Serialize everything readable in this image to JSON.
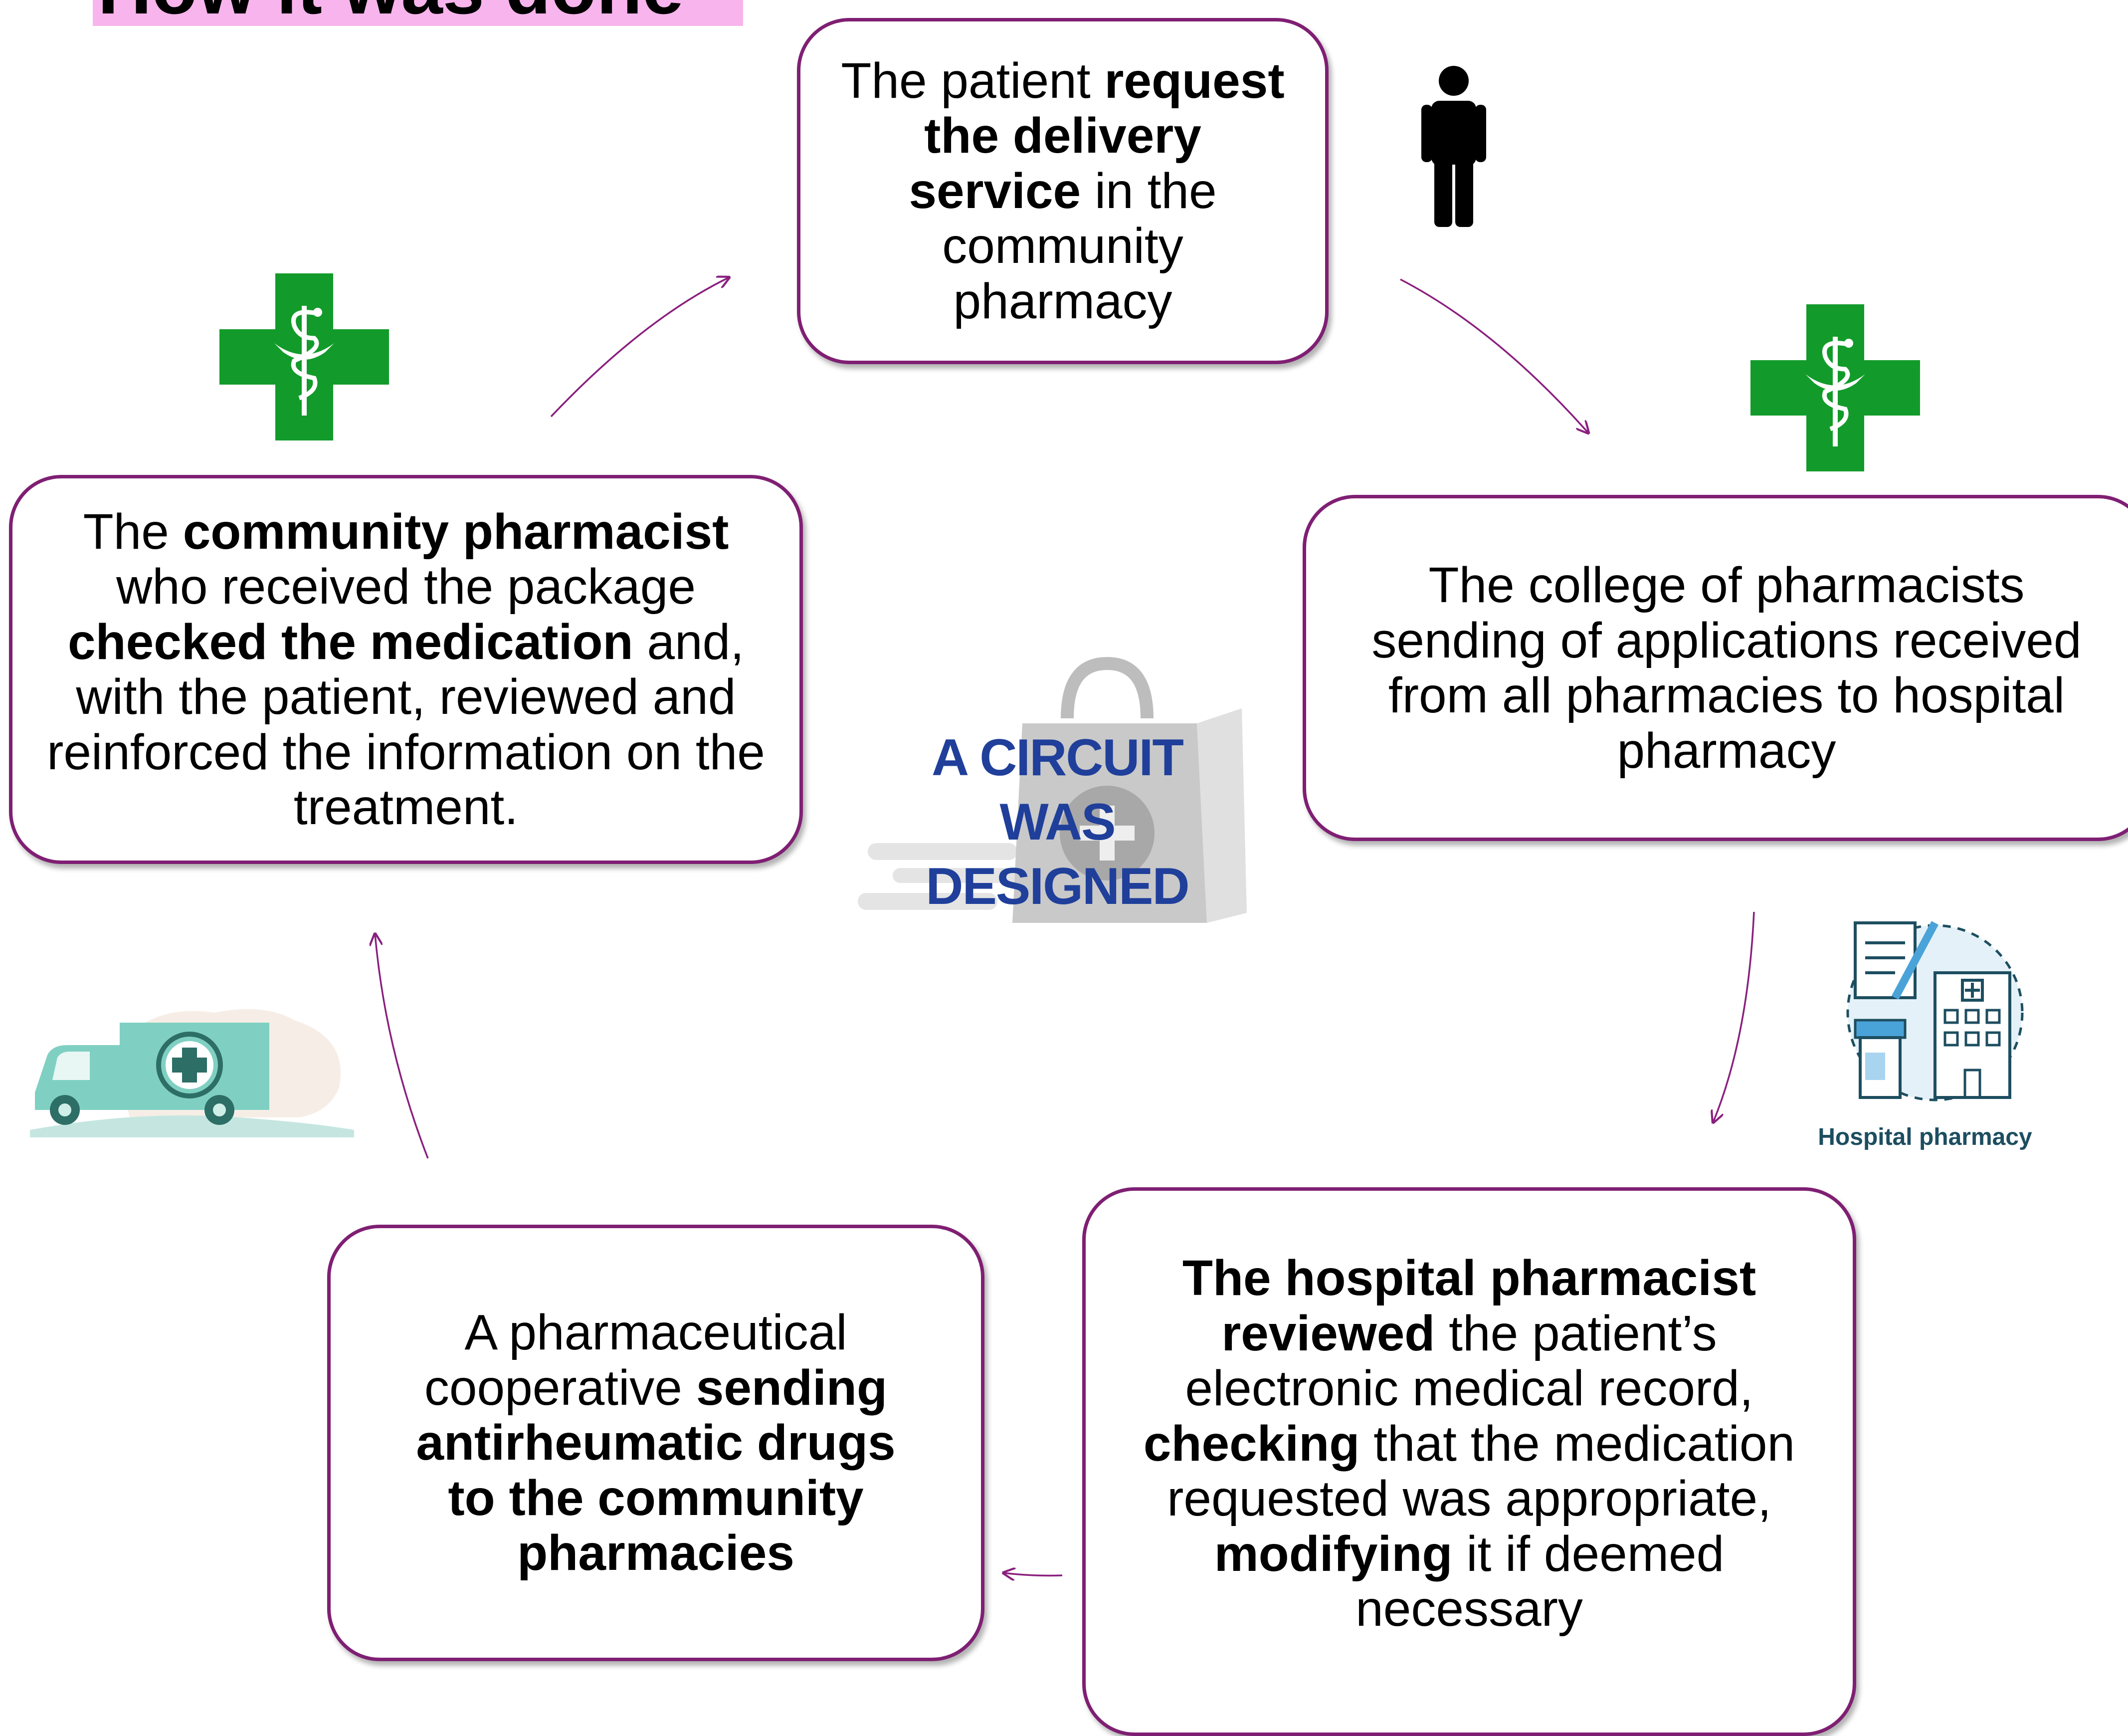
{
  "header": {
    "title": "How it was done"
  },
  "center": {
    "label": "A CIRCUIT WAS DESIGNED"
  },
  "steps": [
    {
      "id": "patient",
      "parts": [
        {
          "text": "The patient ",
          "bold": false
        },
        {
          "text": "request the delivery service",
          "bold": true
        },
        {
          "text": " in the community pharmacy",
          "bold": false
        }
      ]
    },
    {
      "id": "college",
      "parts": [
        {
          "text": "The college of pharmacists sending of applications received from all pharmacies to hospital pharmacy",
          "bold": false
        }
      ]
    },
    {
      "id": "hospital",
      "parts": [
        {
          "text": "The hospital pharmacist reviewed",
          "bold": true
        },
        {
          "text": " the patient’s electronic medical record, ",
          "bold": false
        },
        {
          "text": "checking",
          "bold": true
        },
        {
          "text": " that the medication requested was appropriate, ",
          "bold": false
        },
        {
          "text": "modifying",
          "bold": true
        },
        {
          "text": " it if deemed necessary",
          "bold": false
        }
      ]
    },
    {
      "id": "cooperative",
      "parts": [
        {
          "text": "A pharmaceutical cooperative ",
          "bold": false
        },
        {
          "text": "sending antirheumatic drugs to the community pharmacies",
          "bold": true
        }
      ]
    },
    {
      "id": "community",
      "parts": [
        {
          "text": "The ",
          "bold": false
        },
        {
          "text": "community pharmacist",
          "bold": true
        },
        {
          "text": " who received the package ",
          "bold": false
        },
        {
          "text": "checked the medication",
          "bold": true
        },
        {
          "text": " and, with the patient, reviewed and reinforced the information on the treatment.",
          "bold": false
        }
      ]
    }
  ],
  "icons": {
    "person": "person-icon",
    "pharmacy_cross": "pharmacy-cross-icon",
    "hospital_pharmacy": "hospital-pharmacy-icon",
    "truck": "delivery-truck-icon",
    "bag": "shopping-bag-icon"
  },
  "hospital_caption": "Hospital pharmacy",
  "colors": {
    "box_border": "#7f1f73",
    "arrow": "#8a1f7e",
    "pharmacy_green": "#129b2a",
    "center_text": "#1f3f9a",
    "title_bg": "#f8b4ec",
    "truck": "#7fd0c2"
  }
}
